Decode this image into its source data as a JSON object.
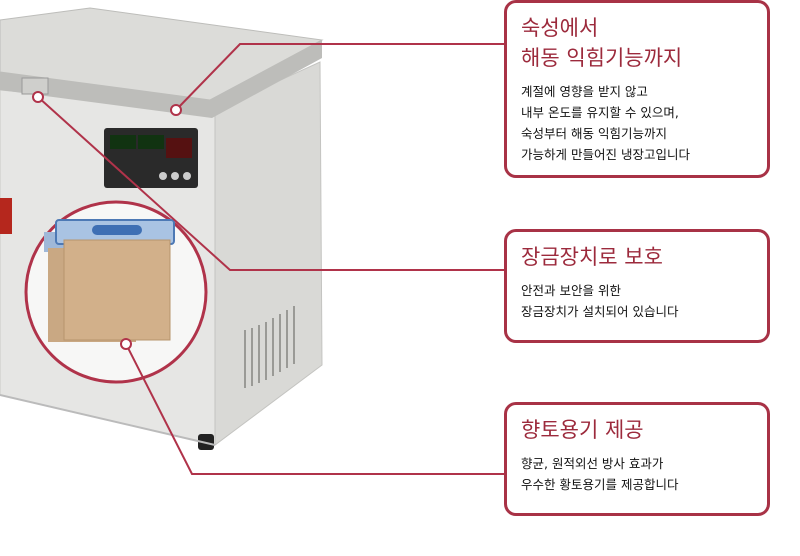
{
  "colors": {
    "accent": "#a83246",
    "title_text": "#9c2a3c",
    "callout_line": "#b0334a"
  },
  "features": [
    {
      "title": "숙성에서\n해동 익힘기능까지",
      "body": "계절에 영향을 받지 않고\n내부 온도를 유지할 수 있으며,\n숙성부터 해동 익힘기능까지\n가능하게 만들어진 냉장고입니다"
    },
    {
      "title": "장금장치로 보호",
      "body": "안전과 보안을 위한\n장금장치가 설치되어 있습니다"
    },
    {
      "title": "향토용기 제공",
      "body": "향균, 원적외선 방사 효과가\n우수한 황토용기를 제공합니다"
    }
  ]
}
